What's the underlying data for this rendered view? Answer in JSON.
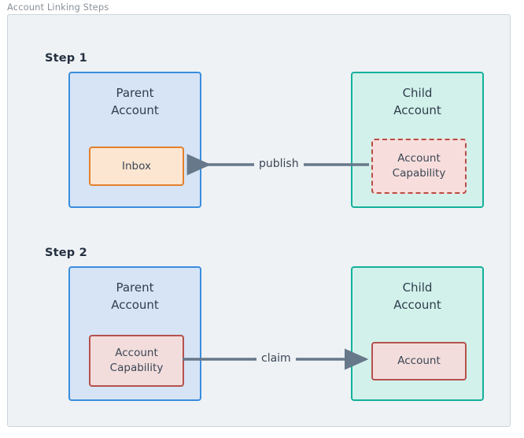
{
  "figure": {
    "caption": "Account Linking Steps",
    "background": "#eef2f5",
    "frame_border": "#ccd4dc"
  },
  "palette": {
    "parent_fill": "#d6e4f6",
    "parent_border": "#3a8ddd",
    "child_fill": "#d2f1eb",
    "child_border": "#14b09a",
    "inbox_fill": "#fce6d2",
    "inbox_border": "#e2802c",
    "capability_fill": "#f7dedd",
    "capability_border": "#bc4a44",
    "account_fill": "#f2dddc",
    "account_border": "#b5514c",
    "arrow": "#66788a",
    "text": "#3b4654",
    "heading": "#243040"
  },
  "steps": [
    {
      "label": "Step 1",
      "parent": {
        "title": "Parent\nAccount",
        "inner": {
          "label": "Inbox",
          "style": "orange-solid"
        }
      },
      "child": {
        "title": "Child\nAccount",
        "inner": {
          "label": "Account\nCapability",
          "style": "red-dashed"
        }
      },
      "arrow": {
        "label": "publish",
        "direction": "right-to-left",
        "from": "child-account-capability",
        "to": "parent-inbox"
      }
    },
    {
      "label": "Step 2",
      "parent": {
        "title": "Parent\nAccount",
        "inner": {
          "label": "Account\nCapability",
          "style": "red-solid"
        }
      },
      "child": {
        "title": "Child\nAccount",
        "inner": {
          "label": "Account",
          "style": "red-solid"
        }
      },
      "arrow": {
        "label": "claim",
        "direction": "left-to-right",
        "from": "parent-account-capability",
        "to": "child-account"
      }
    }
  ]
}
